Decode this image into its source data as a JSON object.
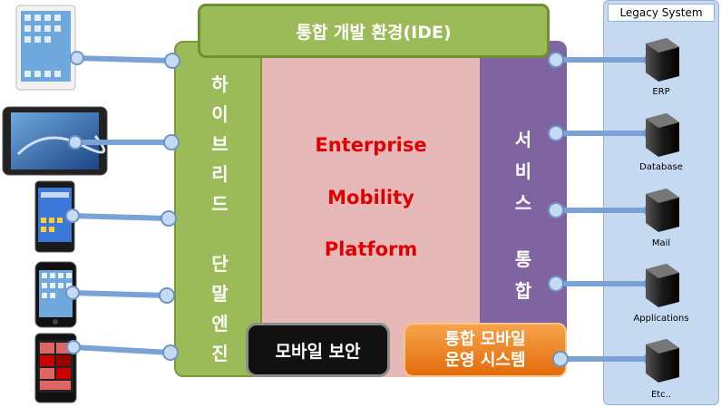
{
  "ide": {
    "label": "통합 개발 환경(IDE)"
  },
  "hybrid_engine": {
    "chars_top": [
      "하",
      "이",
      "브",
      "리",
      "드"
    ],
    "chars_bottom": [
      "단",
      "말",
      "엔",
      "진"
    ]
  },
  "platform": {
    "lines": [
      "Enterprise",
      "Mobility",
      "Platform"
    ]
  },
  "service_integration": {
    "chars": [
      "서",
      "비",
      "스",
      "통",
      "합"
    ]
  },
  "mobile_security": {
    "label": "모바일 보안"
  },
  "mobile_ops": {
    "line1": "통합 모바일",
    "line2": "운영 시스템"
  },
  "legacy": {
    "title": "Legacy System",
    "systems": [
      "ERP",
      "Database",
      "Mail",
      "Applications",
      "Etc.."
    ]
  },
  "devices": [
    "tablet",
    "android-tablet",
    "android-phone",
    "iphone",
    "windows-phone"
  ],
  "colors": {
    "green": "#9bbb59",
    "purple": "#8064a2",
    "pink": "#e6b9b8",
    "red_text": "#e00000",
    "orange": "#e36c0a",
    "legacy_blue": "#c5d9f1",
    "connector": "#8db3e2"
  }
}
